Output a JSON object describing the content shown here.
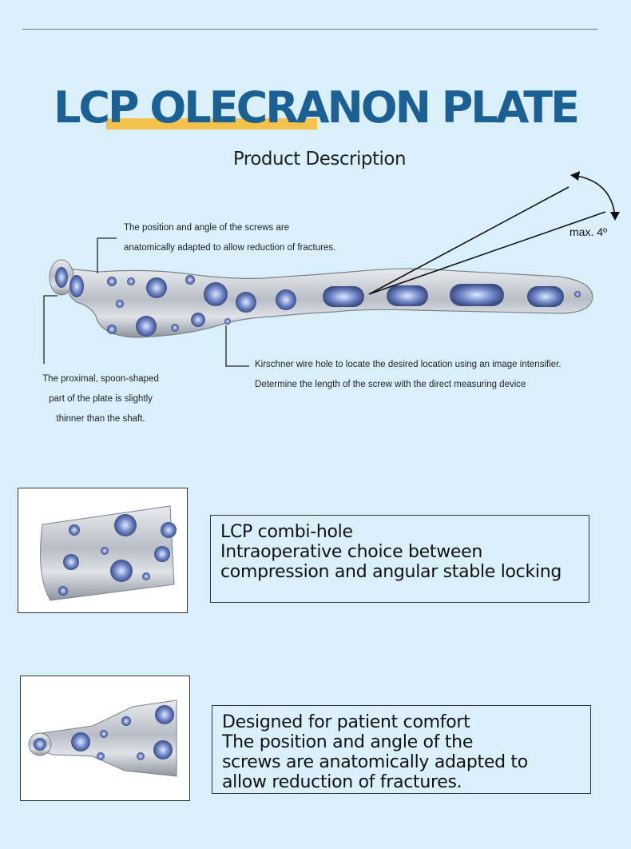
{
  "header": {
    "title": "LCP OLECRANON PLATE",
    "subtitle": "Product Description"
  },
  "annotations": {
    "screws": {
      "line1": "The position and angle of the screws are",
      "line2": "anatomically adapted to allow reduction of fractures."
    },
    "proximal": {
      "line1": "The proximal, spoon-shaped",
      "line2": "part of the plate is slightly",
      "line3": "thinner than the shaft."
    },
    "kwire": {
      "line1": "Kirschner wire hole to locate the  desired location using an image intensifier.",
      "line2": "Determine the length of the screw with the direct measuring device"
    },
    "angle": "max. 4º"
  },
  "features": [
    {
      "lines": [
        "LCP combi-hole",
        "Intraoperative choice between",
        "compression and angular stable locking"
      ]
    },
    {
      "lines": [
        "Designed for patient comfort",
        "The position and angle of the",
        "screws are anatomically adapted to",
        "allow reduction of fractures."
      ]
    }
  ],
  "colors": {
    "background": "#d9f0fb",
    "title": "#1b5f93",
    "title_highlight": "#f2c24c",
    "plate_metal": "#c9ccd3"
  }
}
